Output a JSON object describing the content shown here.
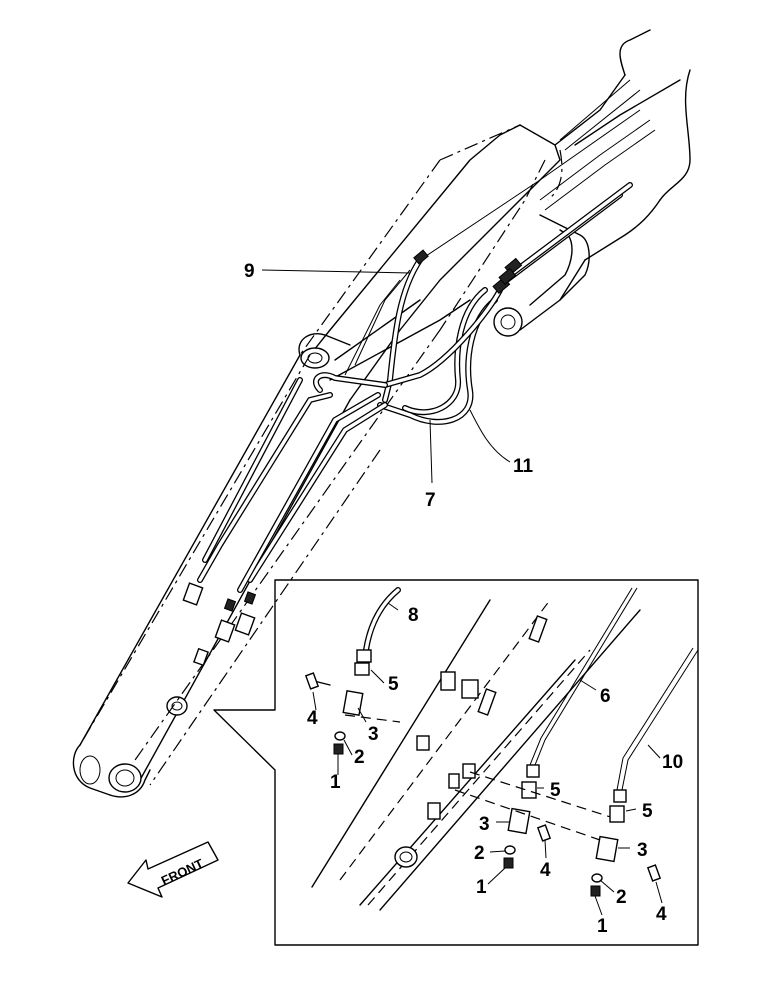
{
  "diagram": {
    "front_label": "FRONT",
    "callouts": {
      "p1a": "1",
      "p1b": "1",
      "p1c": "1",
      "p2a": "2",
      "p2b": "2",
      "p2c": "2",
      "p3a": "3",
      "p3b": "3",
      "p3c": "3",
      "p4a": "4",
      "p4b": "4",
      "p4c": "4",
      "p5a": "5",
      "p5b": "5",
      "p5c": "5",
      "p6": "6",
      "p7": "7",
      "p8": "8",
      "p9": "9",
      "p10": "10",
      "p11": "11"
    }
  }
}
